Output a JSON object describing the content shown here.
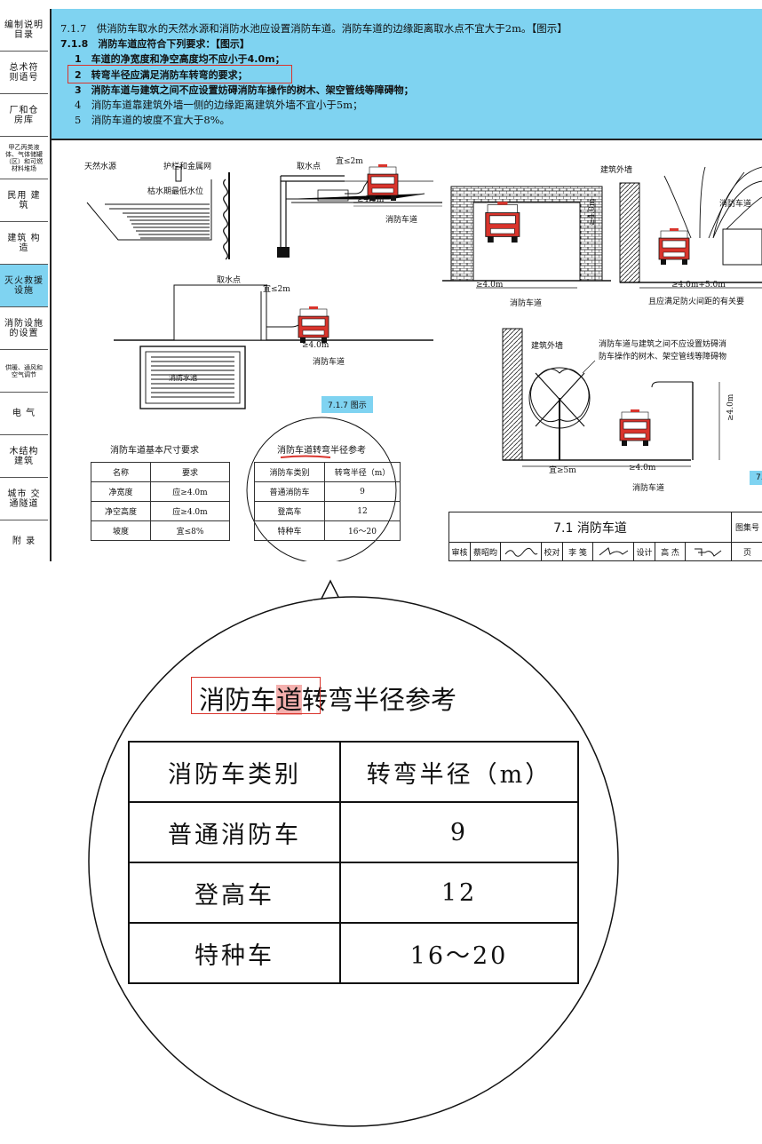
{
  "nav": [
    {
      "label": "编制说明 目录"
    },
    {
      "label": "总术符 则语号"
    },
    {
      "label": "厂和仓 房库"
    },
    {
      "label": "甲乙丙类液体、气体储罐（区）和可燃材料堆场"
    },
    {
      "label": "民用 建筑"
    },
    {
      "label": "建筑 构造"
    },
    {
      "label": "灭火救援 设施"
    },
    {
      "label": "消防设施 的设置"
    },
    {
      "label": "供暖、通风和 空气调节"
    },
    {
      "label": "电 气"
    },
    {
      "label": "木结构 建筑"
    },
    {
      "label": "城市 交通隧道"
    },
    {
      "label": "附 录"
    }
  ],
  "header": {
    "line1": "7.1.7　供消防车取水的天然水源和消防水池应设置消防车道。消防车道的边缘距离取水点不宜大于2m。【图示】",
    "line2": "7.1.8　消防车道应符合下列要求：【图示】",
    "items": [
      "1　车道的净宽度和净空高度均不应小于4.0m；",
      "2　转弯半径应满足消防车转弯的要求；",
      "3　消防车道与建筑之间不应设置妨碍消防车操作的树木、架空管线等障碍物；",
      "4　消防车道靠建筑外墙一侧的边缘距离建筑外墙不宜小于5m；",
      "5　消防车道的坡度不宜大于8%。"
    ]
  },
  "diagram": {
    "natural_water": "天然水源",
    "guardrail": "护栏和金属网",
    "low_water": "枯水期最低水位",
    "intake": "取水点",
    "dist_2m": "宜≤2m",
    "width_4m": "≥4.0m",
    "road": "消防车道",
    "pool": "消防水池",
    "fig_tag": "7.1.7 图示",
    "ext_wall": "建筑外墙",
    "height_4m": "≥4.0m",
    "width_4m5m": "≥4.0m+5.0m",
    "fire_spacing": "且应满足防火间距的有关要",
    "no_obstacle_1": "消防车道与建筑之间不应设置妨碍消",
    "no_obstacle_2": "防车操作的树木、架空管线等障碍物",
    "dist_5m": "宜≥5m",
    "fig_tag_right": "7."
  },
  "table_basic": {
    "title": "消防车道基本尺寸要求",
    "headers": [
      "名称",
      "要求"
    ],
    "rows": [
      [
        "净宽度",
        "应≥4.0m"
      ],
      [
        "净空高度",
        "应≥4.0m"
      ],
      [
        "坡度",
        "宜≤8%"
      ]
    ]
  },
  "table_radius": {
    "title": "消防车道转弯半径参考",
    "headers": [
      "消防车类别",
      "转弯半径（m）"
    ],
    "rows": [
      [
        "普通消防车",
        "9"
      ],
      [
        "登高车",
        "12"
      ],
      [
        "特种车",
        "16～20"
      ]
    ]
  },
  "title_block": {
    "title": "7.1 消防车道",
    "code_label": "图集号",
    "review": "审核",
    "reviewer": "蔡昭昀",
    "check": "校对",
    "checker": "李 笺",
    "design": "设计",
    "designer": "高 杰",
    "page": "页"
  },
  "zoom": {
    "title_pre": "消防车",
    "title_hl": "道",
    "title_post": "转弯半径参考"
  },
  "colors": {
    "accent": "#7fd3f1",
    "highlight_border": "#d9342c",
    "highlight_fill": "#f4b0ae"
  }
}
